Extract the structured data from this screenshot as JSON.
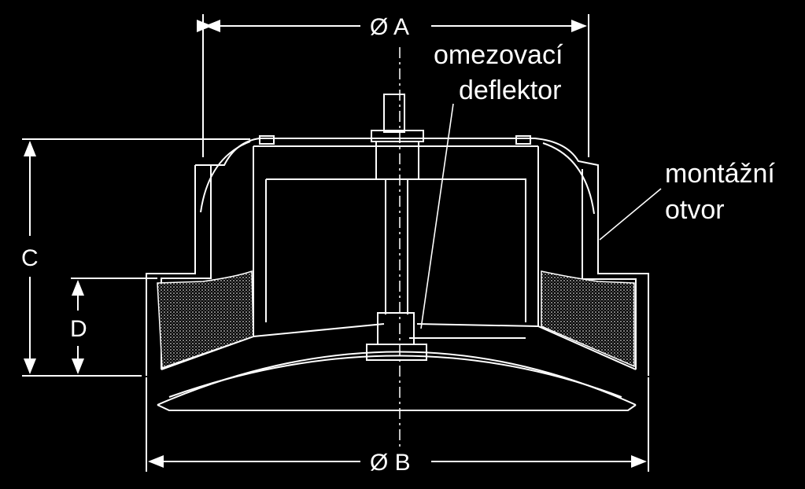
{
  "labels": {
    "dim_a": "Ø A",
    "dim_b": "Ø B",
    "dim_c": "C",
    "dim_d": "D",
    "deflector_line1": "omezovací",
    "deflector_line2": "deflektor",
    "opening_line1": "montážní",
    "opening_line2": "otvor"
  },
  "colors": {
    "background": "#000000",
    "lines": "#ffffff",
    "hatch": "#cfcfcf"
  }
}
